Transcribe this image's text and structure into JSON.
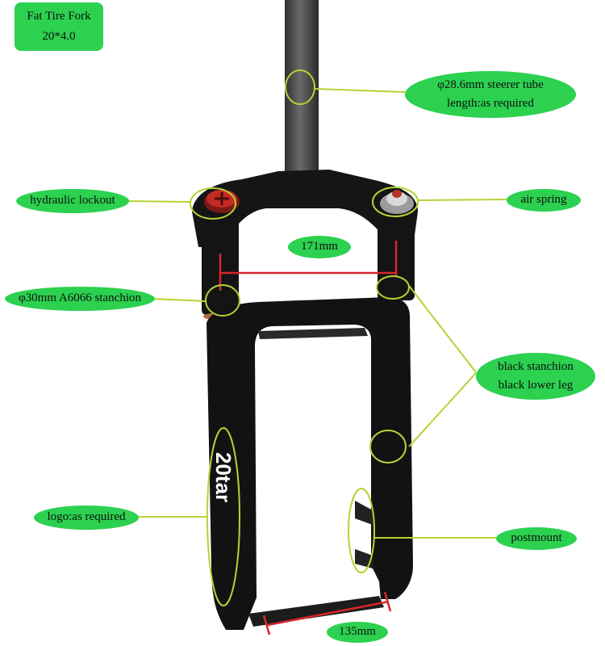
{
  "title": {
    "line1": "Fat Tire Fork",
    "line2": "20*4.0"
  },
  "labels": {
    "steerer_line1": "φ28.6mm steerer tube",
    "steerer_line2": "length:as required",
    "hydraulic_lockout": "hydraulic lockout",
    "air_spring": "air spring",
    "width_171": "171mm",
    "stanchion": "φ30mm A6066 stanchion",
    "black_line1": "black stanchion",
    "black_line2": "black lower leg",
    "logo": "logo:as required",
    "postmount": "postmount",
    "width_135": "135mm"
  },
  "colors": {
    "label_fill": "#2bd14f",
    "callout_line": "#b5d334",
    "dimension_line": "#d7262b",
    "fork_body": "#131313",
    "steerer": "#4a4a4a",
    "lockout_knob": "#c42a24",
    "air_cap": "#bfbfbf"
  }
}
